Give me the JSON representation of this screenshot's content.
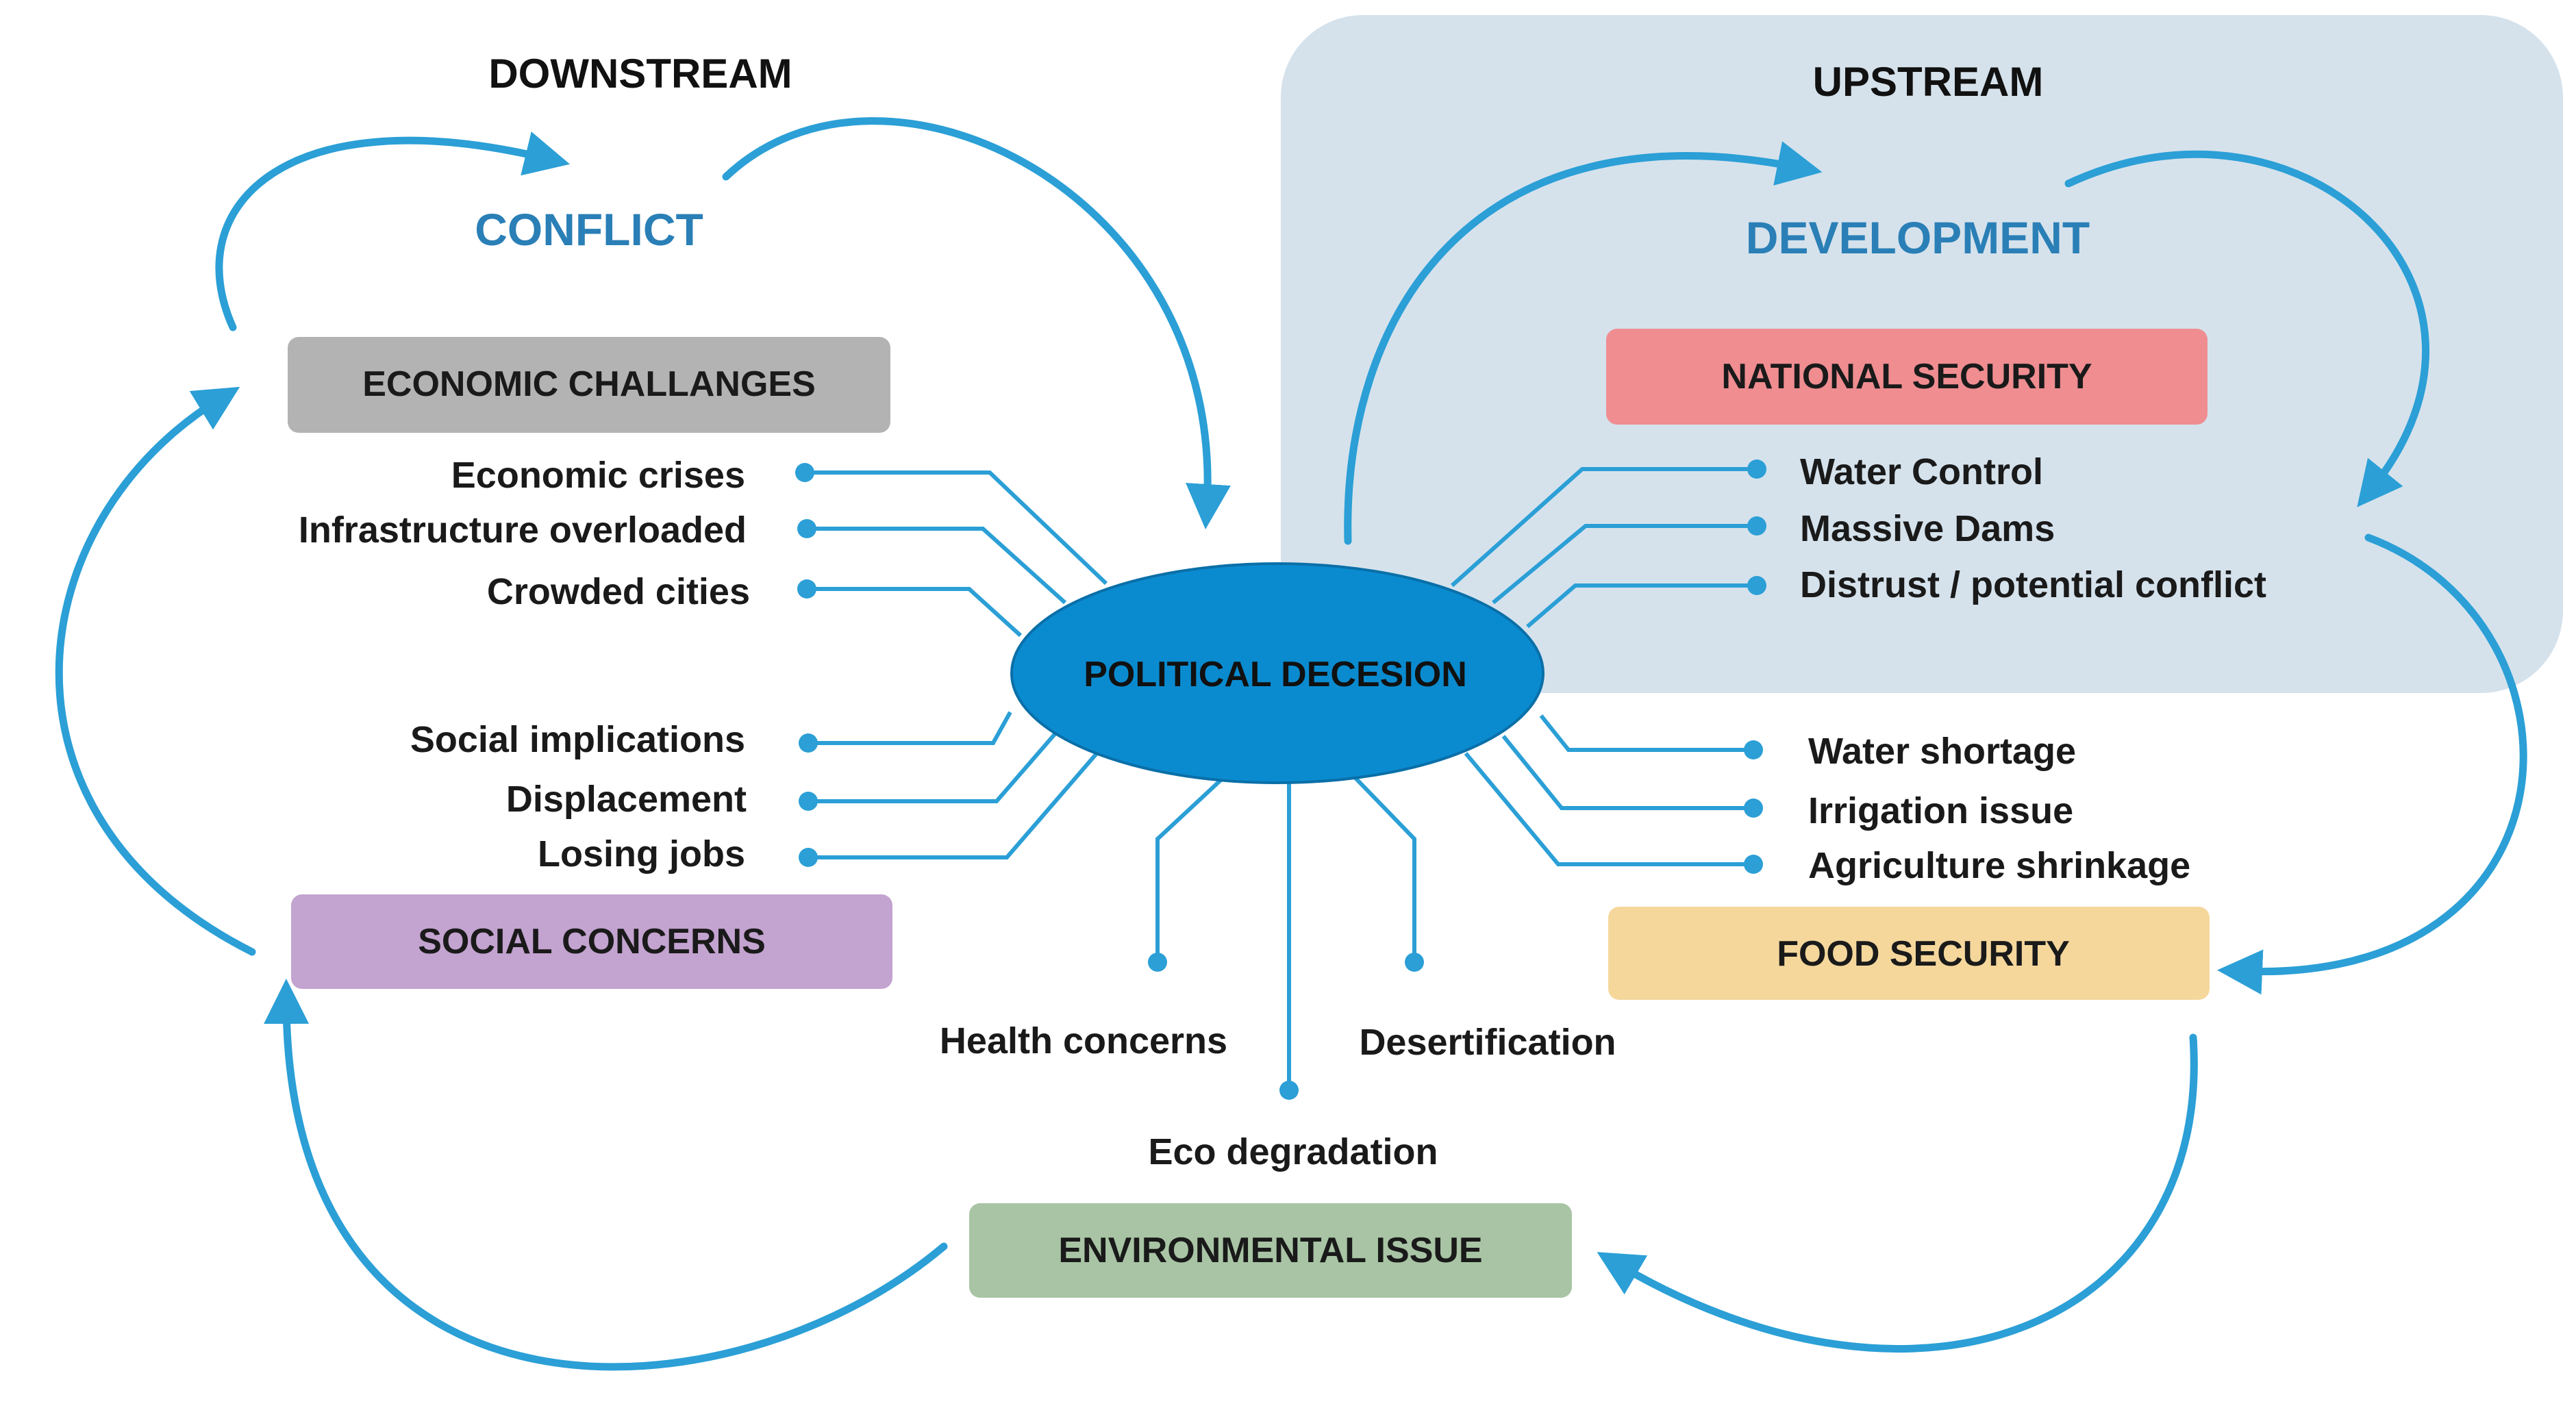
{
  "headings": {
    "downstream": "DOWNSTREAM",
    "upstream": "UPSTREAM"
  },
  "themes": {
    "conflict": "CONFLICT",
    "development": "DEVELOPMENT"
  },
  "center": {
    "label": "POLITICAL DECESION"
  },
  "boxes": {
    "economic": "ECONOMIC CHALLANGES",
    "social": "SOCIAL CONCERNS",
    "environmental": "ENVIRONMENTAL ISSUE",
    "national": "NATIONAL SECURITY",
    "food": "FOOD SECURITY"
  },
  "economic_items": [
    "Economic crises",
    "Infrastructure overloaded",
    "Crowded cities"
  ],
  "social_items": [
    "Social implications",
    "Displacement",
    "Losing jobs"
  ],
  "national_items": [
    "Water Control",
    "Massive Dams",
    "Distrust / potential conflict"
  ],
  "food_items": [
    "Water shortage",
    "Irrigation issue",
    "Agriculture shrinkage"
  ],
  "environmental_items": [
    "Health concerns",
    "Eco degradation",
    "Desertification"
  ],
  "colors": {
    "accent_blue": "#2b9fd6",
    "center_fill": "#0a8bd0",
    "upstream_panel": "#d5e2ec",
    "economic_box": "#b3b3b3",
    "social_box": "#c3a3cf",
    "environmental_box": "#a8c4a4",
    "national_box": "#ef8d91",
    "food_box": "#f5d79c"
  }
}
